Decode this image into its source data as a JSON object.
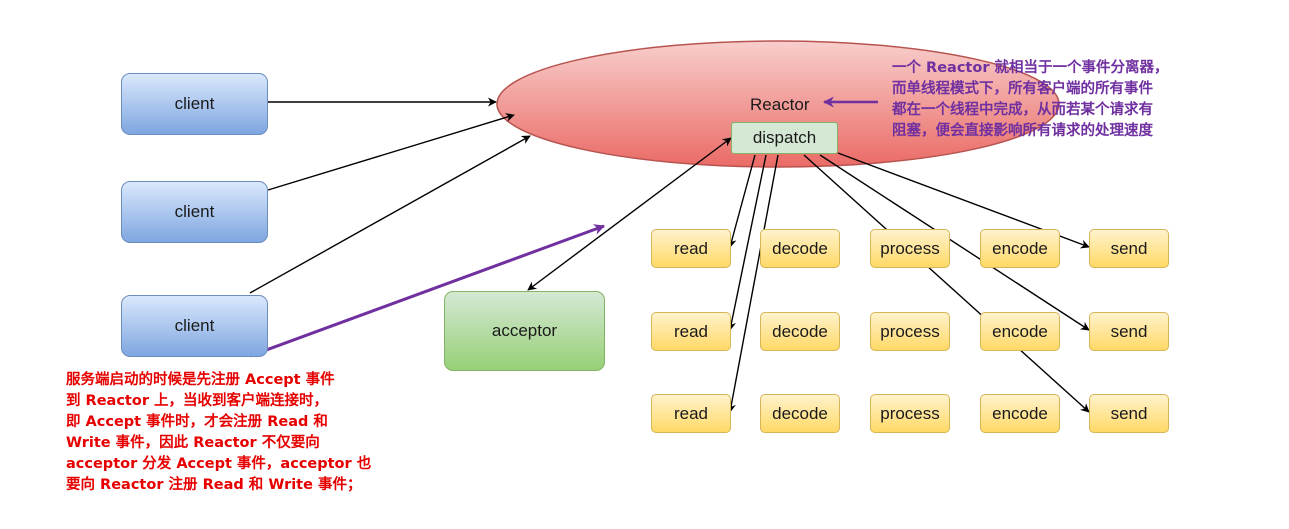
{
  "reactor": {
    "label": "Reactor",
    "dispatch_label": "dispatch"
  },
  "clients": [
    "client",
    "client",
    "client"
  ],
  "acceptor": {
    "label": "acceptor"
  },
  "pipelines": [
    [
      "read",
      "decode",
      "process",
      "encode",
      "send"
    ],
    [
      "read",
      "decode",
      "process",
      "encode",
      "send"
    ],
    [
      "read",
      "decode",
      "process",
      "encode",
      "send"
    ]
  ],
  "annotations": {
    "reactor_note": [
      "一个 Reactor 就相当于一个事件分离器，",
      "而单线程模式下，所有客户端的所有事件",
      "都在一个线程中完成，从而若某个请求有",
      "阻塞，便会直接影响所有请求的处理速度"
    ],
    "acceptor_note": [
      "服务端启动的时候是先注册 Accept 事件",
      "到 Reactor 上，当收到客户端连接时，",
      "即 Accept 事件时，才会注册 Read 和",
      "Write 事件，因此 Reactor 不仅要向",
      "acceptor 分发 Accept 事件，acceptor 也",
      "要向 Reactor 注册 Read 和 Write 事件；"
    ]
  },
  "colors": {
    "client_fill": "#7ea6e0",
    "client_stroke": "#6c8ebf",
    "reactor_fill": "#ea6b66",
    "reactor_stroke": "#b85450",
    "acceptor_fill": "#97d077",
    "step_fill": "#ffd966",
    "annotation_purple": "#7030a0",
    "annotation_red": "#e60000"
  }
}
